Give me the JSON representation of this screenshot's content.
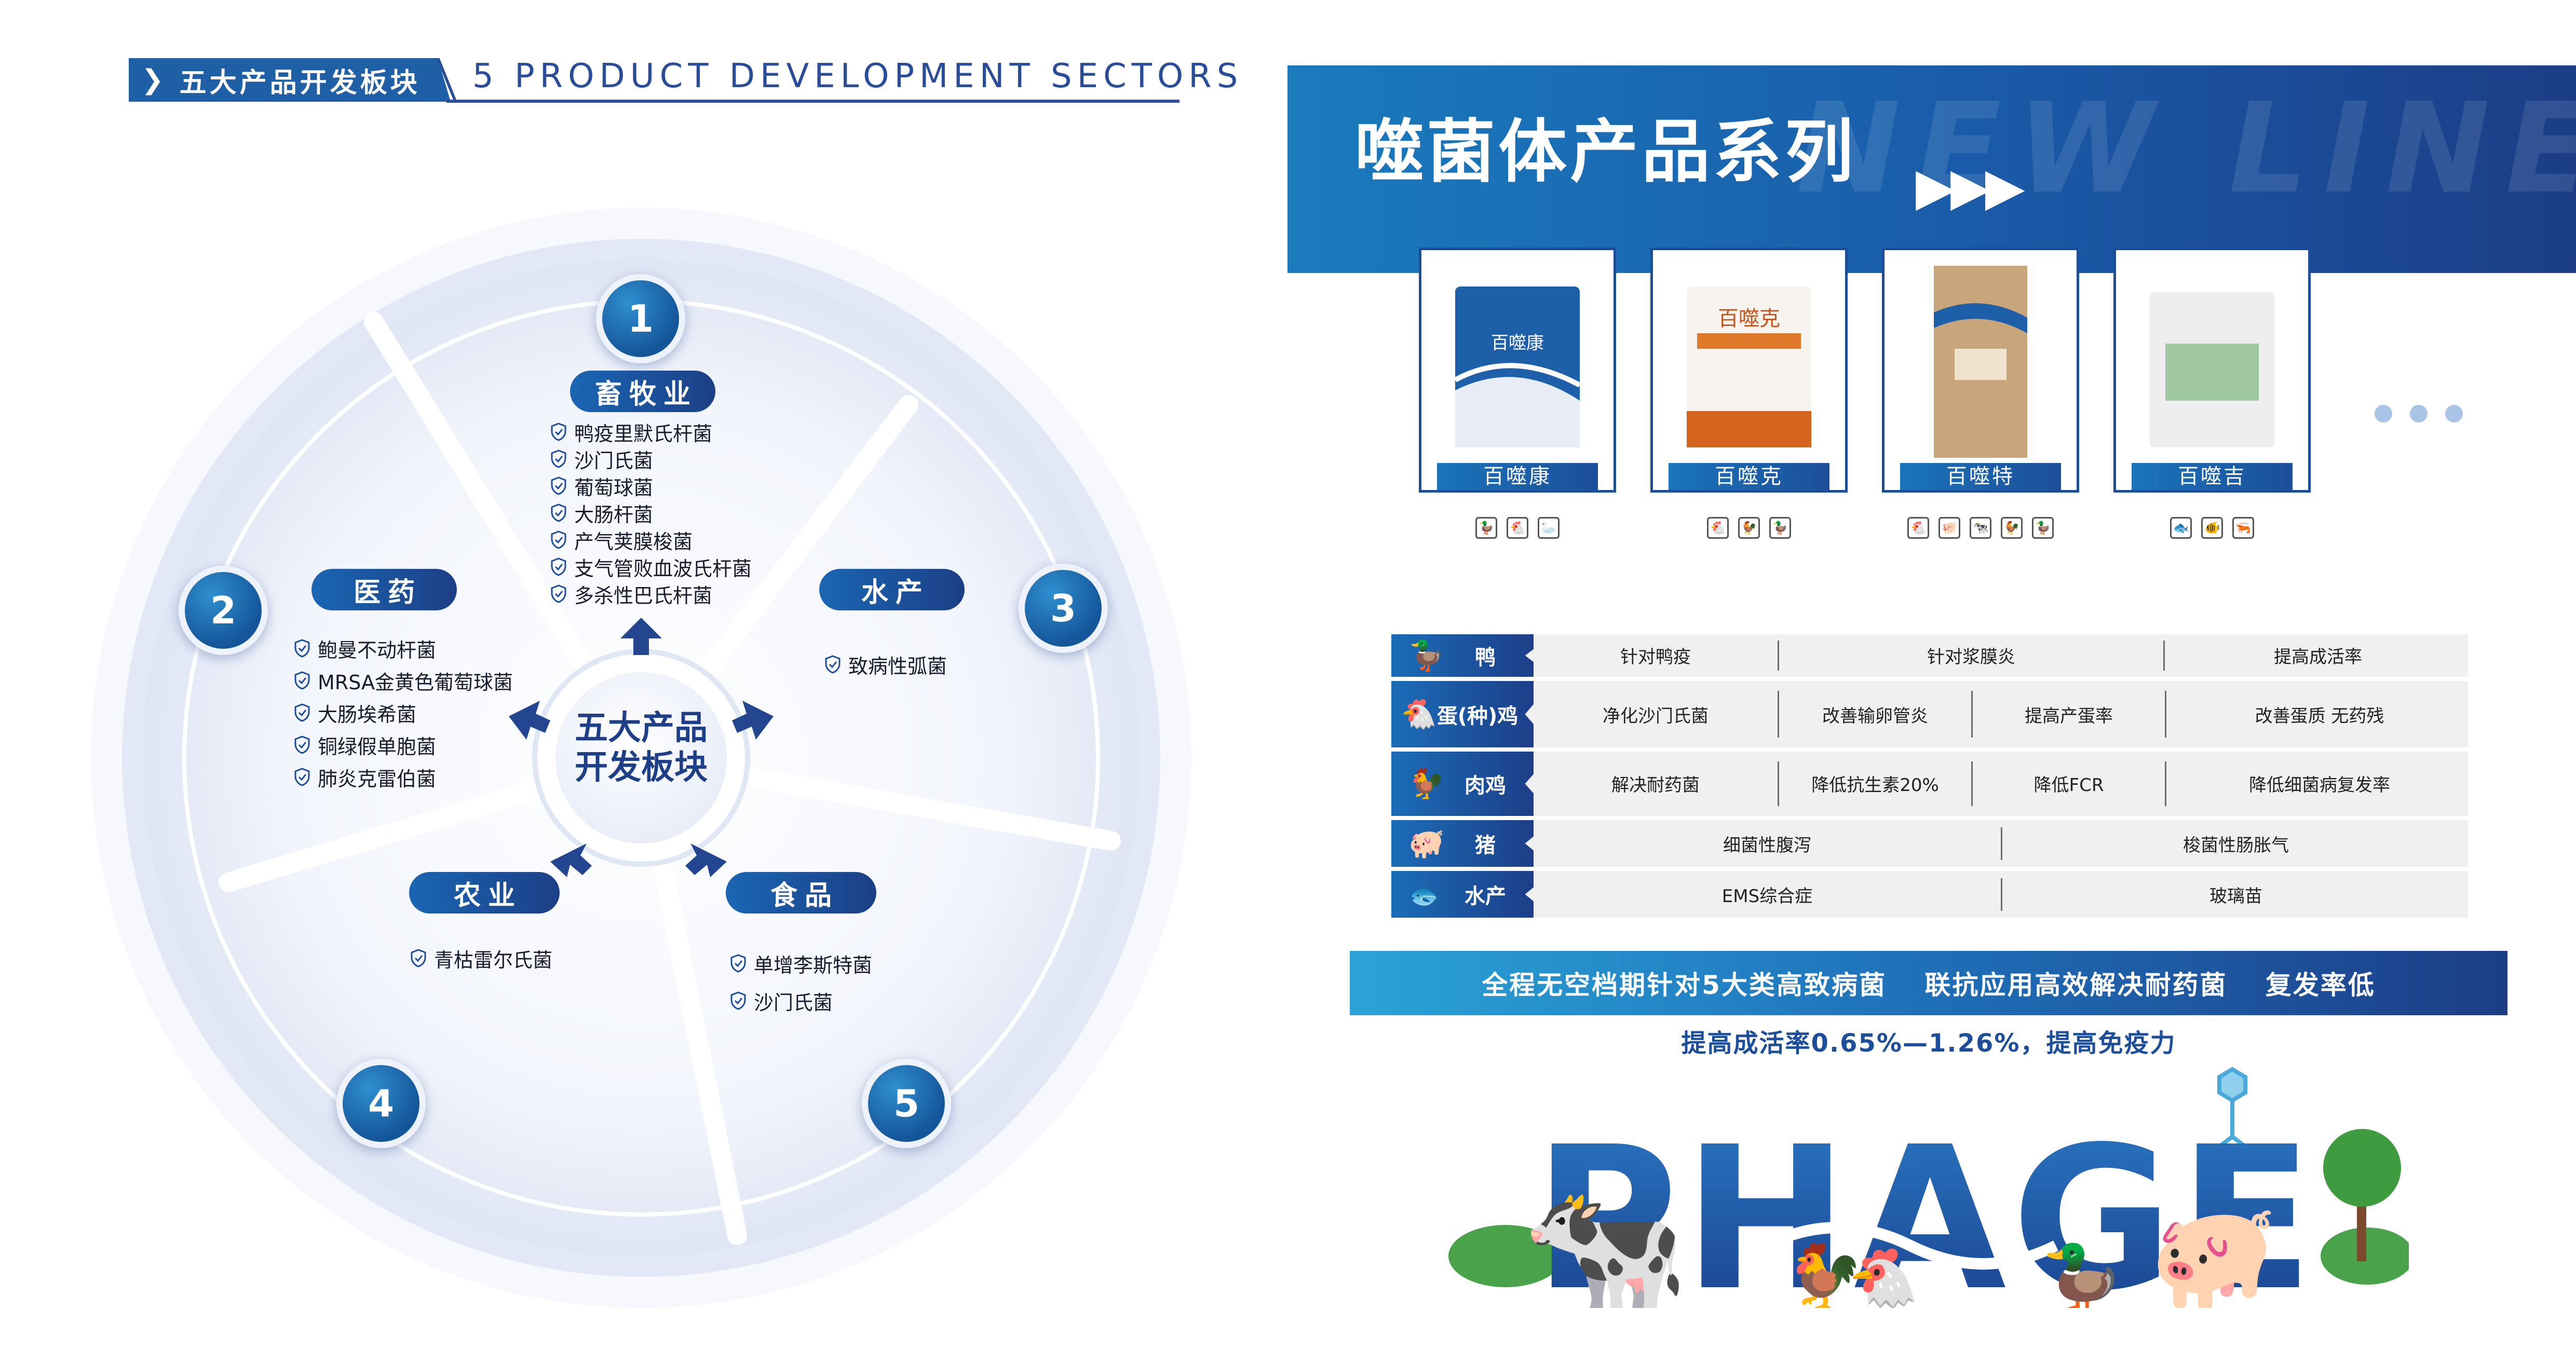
{
  "left": {
    "tag": "五大产品开发板块",
    "tag_icon": "chevron-right-icon",
    "subtitle": "5 PRODUCT DEVELOPMENT SECTORS",
    "center_label": [
      "五大产品",
      "开发板块"
    ],
    "sectors": [
      {
        "num": "1",
        "name": "畜牧业",
        "items": [
          "鸭疫里默氏杆菌",
          "沙门氏菌",
          "葡萄球菌",
          "大肠杆菌",
          "产气荚膜梭菌",
          "支气管败血波氏杆菌",
          "多杀性巴氏杆菌"
        ]
      },
      {
        "num": "2",
        "name": "医药",
        "items": [
          "鲍曼不动杆菌",
          "MRSA金黄色葡萄球菌",
          "大肠埃希菌",
          "铜绿假单胞菌",
          "肺炎克雷伯菌"
        ]
      },
      {
        "num": "3",
        "name": "水产",
        "items": [
          "致病性弧菌"
        ]
      },
      {
        "num": "4",
        "name": "农业",
        "items": [
          "青枯雷尔氏菌"
        ]
      },
      {
        "num": "5",
        "name": "食品",
        "items": [
          "单增李斯特菌",
          "沙门氏菌"
        ]
      }
    ]
  },
  "right": {
    "banner_title": "噬菌体产品系列",
    "banner_bg": "NEW LINE",
    "banner_arrows": "▶▶▶",
    "products": [
      {
        "name": "百噬康",
        "pack_text": "百噬康",
        "pack_style": "blue",
        "icons": [
          "duck-icon",
          "chicken-icon",
          "goose-icon"
        ]
      },
      {
        "name": "百噬克",
        "pack_text": "百噬克",
        "pack_style": "orange",
        "icons": [
          "chicken-icon",
          "chicken-icon",
          "duck-icon"
        ]
      },
      {
        "name": "百噬特",
        "pack_text": "",
        "pack_style": "kraft",
        "icons": [
          "chicken-icon",
          "pig-icon",
          "cow-icon",
          "chicken-icon",
          "duck-icon"
        ]
      },
      {
        "name": "百噬吉",
        "pack_text": "",
        "pack_style": "green",
        "icons": [
          "fish-icon",
          "fish-icon",
          "shrimp-icon"
        ]
      }
    ],
    "table": [
      {
        "animal_icon": "duck-icon",
        "animal_glyph": "🦆",
        "name": "鸭",
        "cells": [
          "针对鸭疫",
          "针对浆膜炎",
          "提高成活率"
        ],
        "widths": [
          470,
          740,
          590
        ]
      },
      {
        "animal_icon": "hen-icon",
        "animal_glyph": "🐔",
        "name": "蛋(种)鸡",
        "cells": [
          "净化沙门氏菌",
          "改善输卵管炎",
          "提高产蛋率",
          "改善蛋质 无药残"
        ],
        "widths": [
          470,
          370,
          370,
          590
        ]
      },
      {
        "animal_icon": "broiler-icon",
        "animal_glyph": "🐓",
        "name": "肉鸡",
        "cells": [
          "解决耐药菌",
          "降低抗生素20%",
          "降低FCR",
          "降低细菌病复发率"
        ],
        "widths": [
          470,
          370,
          370,
          590
        ]
      },
      {
        "animal_icon": "pig-icon",
        "animal_glyph": "🐖",
        "name": "猪",
        "cells": [
          "细菌性腹泻",
          "梭菌性肠胀气"
        ],
        "widths": [
          900,
          900
        ]
      },
      {
        "animal_icon": "fish-icon",
        "animal_glyph": "🐟",
        "name": "水产",
        "cells": [
          "EMS综合症",
          "玻璃苗"
        ],
        "widths": [
          900,
          900
        ]
      }
    ],
    "slogan": "全程无空档期针对5大类高致病菌　 联抗应用高效解决耐药菌　 复发率低",
    "stat": "提高成活率0.65%—1.26%，提高免疫力",
    "phage_word": "PHAGE"
  },
  "colors": {
    "primary": "#1e5fa6",
    "dark": "#1c3d86",
    "light": "#2aa3d8"
  }
}
